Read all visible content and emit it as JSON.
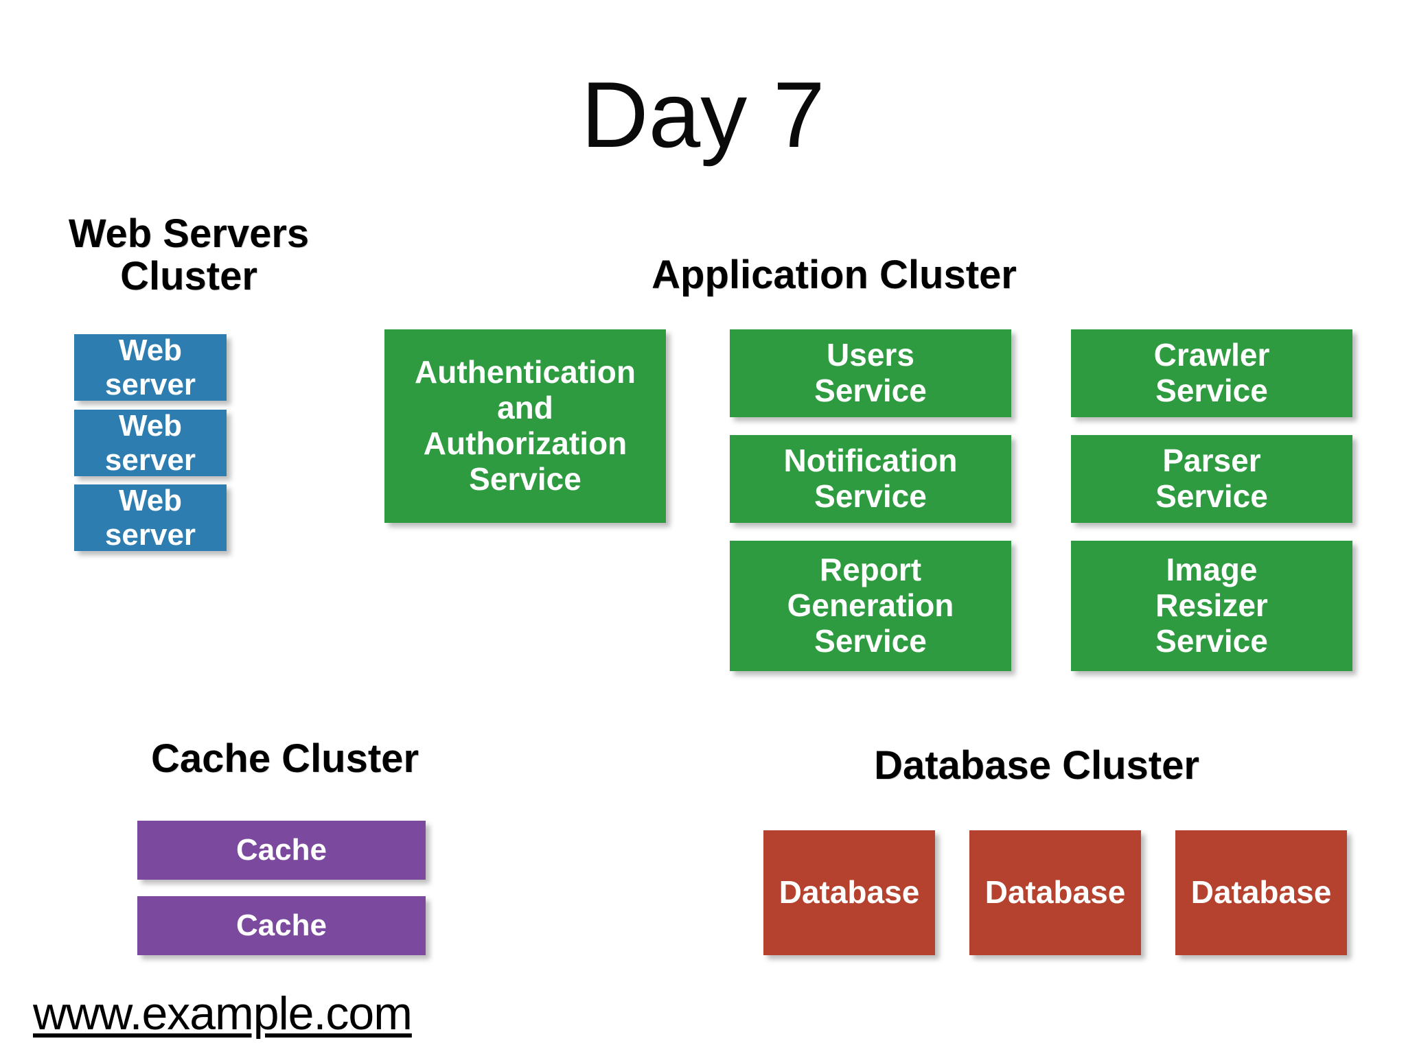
{
  "slide": {
    "title": "Day 7",
    "footer_url": "www.example.com",
    "background_color": "#ffffff"
  },
  "palette": {
    "web_server": "#2E7DB0",
    "service": "#2E9B40",
    "cache": "#7B4A9E",
    "database": "#B5422E",
    "heading_text": "#000000",
    "node_text": "#ffffff"
  },
  "clusters": {
    "web": {
      "heading": "Web Servers\nCluster",
      "nodes": [
        {
          "label": "Web server"
        },
        {
          "label": "Web server"
        },
        {
          "label": "Web server"
        }
      ]
    },
    "application": {
      "heading": "Application Cluster",
      "nodes": [
        {
          "label": "Authentication\nand\nAuthorization\nService"
        },
        {
          "label": "Users\nService"
        },
        {
          "label": "Notification\nService"
        },
        {
          "label": "Report\nGeneration\nService"
        },
        {
          "label": "Crawler\nService"
        },
        {
          "label": "Parser\nService"
        },
        {
          "label": "Image\nResizer\nService"
        }
      ]
    },
    "cache": {
      "heading": "Cache Cluster",
      "nodes": [
        {
          "label": "Cache"
        },
        {
          "label": "Cache"
        }
      ]
    },
    "database": {
      "heading": "Database Cluster",
      "nodes": [
        {
          "label": "Database"
        },
        {
          "label": "Database"
        },
        {
          "label": "Database"
        }
      ]
    }
  }
}
